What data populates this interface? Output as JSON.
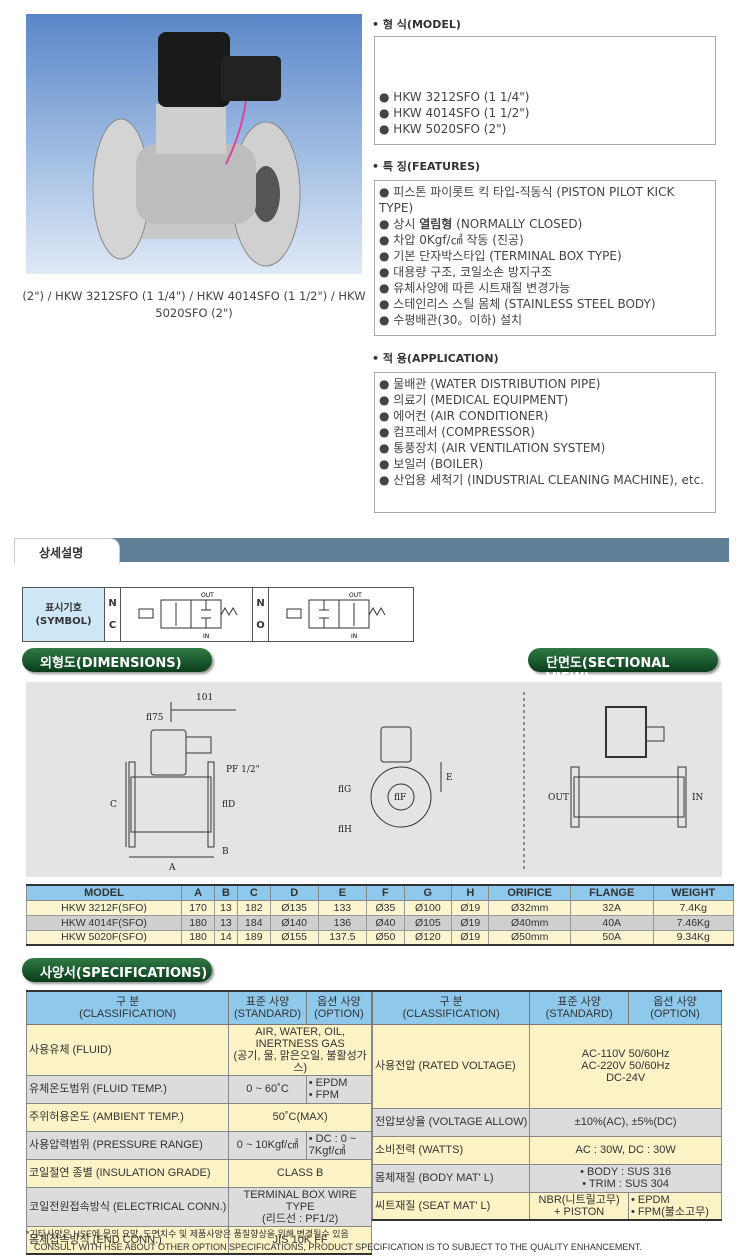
{
  "caption": "(2\") / HKW 3212SFO (1 1/4\") / HKW 4014SFO (1 1/2\") / HKW 5020SFO (2\")",
  "model": {
    "title": "• 형 식(MODEL)",
    "items": [
      "HKW 3212SFO (1 1/4\")",
      "HKW 4014SFO (1 1/2\")",
      "HKW 5020SFO (2\")"
    ]
  },
  "features": {
    "title": "• 특 징(FEATURES)",
    "items": [
      "피스톤 파이롯트 킥 타입-직동식 (PISTON PILOT KICK TYPE)",
      "상시 열림형 (NORMALLY CLOSED)",
      "차압 0Kgf/㎠ 작동 (진공)",
      "기본 단자박스타입 (TERMINAL BOX TYPE)",
      "대용량 구조, 코일소손 방지구조",
      "유체사양에 따른 시트재질 변경가능",
      "스테인리스 스틸 몸체 (STAINLESS STEEL BODY)",
      "수평배관(30。이하) 설치"
    ]
  },
  "application": {
    "title": "• 적 용(APPLICATION)",
    "items": [
      "물배관 (WATER DISTRIBUTION PIPE)",
      "의료기 (MEDICAL EQUIPMENT)",
      "에어컨 (AIR CONDITIONER)",
      "컴프레서 (COMPRESSOR)",
      "통풍장치 (AIR VENTILATION SYSTEM)",
      "보일러 (BOILER)",
      "산업용 세척기 (INDUSTRIAL CLEANING MACHINE), etc."
    ]
  },
  "tab": "상세설명",
  "symbol": {
    "label1": "표시기호",
    "label2": "(SYMBOL)",
    "nc": "N C",
    "no": "N O",
    "out": "OUT",
    "in": "IN"
  },
  "dimensions_title": "외형도(DIMENSIONS)",
  "sectional_title": "단면도(SECTIONAL VIEW)",
  "drawing": {
    "d175": "ﬂ75",
    "d101": "101",
    "pf": "PF 1/2\"",
    "c": "C",
    "a": "A",
    "b": "B",
    "d": "ﬂD",
    "e": "E",
    "g": "ﬂG",
    "h": "ﬂH",
    "f": "ﬂF",
    "out": "OUT",
    "in": "IN"
  },
  "dim_table": {
    "headers": [
      "MODEL",
      "A",
      "B",
      "C",
      "D",
      "E",
      "F",
      "G",
      "H",
      "ORIFICE",
      "FLANGE",
      "WEIGHT"
    ],
    "rows": [
      [
        "HKW 3212F(SFO)",
        "170",
        "13",
        "182",
        "Ø135",
        "133",
        "Ø35",
        "Ø100",
        "Ø19",
        "Ø32mm",
        "32A",
        "7.4Kg"
      ],
      [
        "HKW 4014F(SFO)",
        "180",
        "13",
        "184",
        "Ø140",
        "136",
        "Ø40",
        "Ø105",
        "Ø19",
        "Ø40mm",
        "40A",
        "7.46Kg"
      ],
      [
        "HKW 5020F(SFO)",
        "180",
        "14",
        "189",
        "Ø155",
        "137.5",
        "Ø50",
        "Ø120",
        "Ø19",
        "Ø50mm",
        "50A",
        "9.34Kg"
      ]
    ]
  },
  "spec_title": "사양서(SPECIFICATIONS)",
  "spec_headers": [
    "구 분\n(CLASSIFICATION)",
    "표준 사양\n(STANDARD)",
    "옵션 사양\n(OPTION)"
  ],
  "spec_left": [
    {
      "cls": "사용유체\n(FLUID)",
      "merged": "AIR, WATER, OIL, INERTNESS GAS\n(공기, 물, 맑은오일, 불활성가스)"
    },
    {
      "cls": "유체온도범위\n(FLUID TEMP.)",
      "std": "0 ~ 60˚C",
      "opt": "• EPDM\n• FPM"
    },
    {
      "cls": "주위허용온도\n(AMBIENT TEMP.)",
      "merged": "50˚C(MAX)"
    },
    {
      "cls": "사용압력범위\n(PRESSURE RANGE)",
      "std": "0 ~ 10Kgf/㎠",
      "opt": "• DC : 0 ~ 7Kgf/㎠"
    },
    {
      "cls": "코일절연 종별\n(INSULATION GRADE)",
      "merged": "CLASS B"
    },
    {
      "cls": "코일전원접속방식\n(ELECTRICAL CONN.)",
      "merged": "TERMINAL BOX WIRE TYPE\n(리드선 : PF1/2)"
    },
    {
      "cls": "몸체접속방식\n(END CONN.)",
      "merged": "JIS 10K FF"
    }
  ],
  "spec_right": [
    {
      "cls": "사용전압\n(RATED VOLTAGE)",
      "merged": "AC-110V 50/60Hz\nAC-220V 50/60Hz\nDC-24V"
    },
    {
      "cls": "전압보상율\n(VOLTAGE ALLOW)",
      "merged": "±10%(AC), ±5%(DC)"
    },
    {
      "cls": "소비전력\n(WATTS)",
      "merged": "AC : 30W,  DC : 30W"
    },
    {
      "cls": "몸체재질\n(BODY MAT' L)",
      "merged": "• BODY : SUS 316\n• TRIM : SUS 304"
    },
    {
      "cls": "씨트재질\n(SEAT MAT' L)",
      "std": "NBR(니트릴고무)\n+ PISTON",
      "opt": "• EPDM\n• FPM(불소고무)"
    }
  ],
  "footnote1": "*기타사양은 HSE에 문의 요망, 도면치수 및 제품사양은 품질향상을 위해 변경될수 있음",
  "footnote2": "CONSULT WITH HSE ABOUT OTHER OPTION SPECIFICATIONS, PRODUCT SPECIFICATION IS TO SUBJECT TO THE QUALITY ENHANCEMENT."
}
